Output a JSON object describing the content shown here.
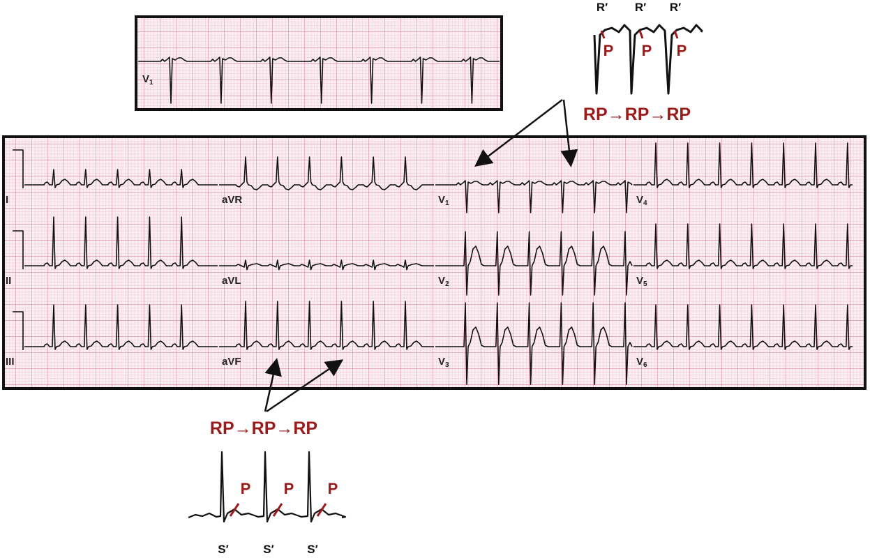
{
  "colors": {
    "grid_minor": "#eab6c6",
    "grid_major": "#cf6e8e",
    "paper": "#fbeef2",
    "trace": "#111111",
    "annotation": "#9b1b1b"
  },
  "inset_top": {
    "lead_label": "V",
    "lead_sub": "1"
  },
  "main_ecg": {
    "leads": [
      {
        "label": "I",
        "sub": ""
      },
      {
        "label": "aVR",
        "sub": ""
      },
      {
        "label": "V",
        "sub": "1"
      },
      {
        "label": "V",
        "sub": "4"
      },
      {
        "label": "II",
        "sub": ""
      },
      {
        "label": "aVL",
        "sub": ""
      },
      {
        "label": "V",
        "sub": "2"
      },
      {
        "label": "V",
        "sub": "5"
      },
      {
        "label": "III",
        "sub": ""
      },
      {
        "label": "aVF",
        "sub": ""
      },
      {
        "label": "V",
        "sub": "3"
      },
      {
        "label": "V",
        "sub": "6"
      }
    ]
  },
  "top_annotation": {
    "r_labels": [
      "R′",
      "R′",
      "R′"
    ],
    "p_labels": [
      "P",
      "P",
      "P"
    ],
    "sequence": "RP→RP→RP"
  },
  "bottom_annotation": {
    "sequence": "RP→RP→RP",
    "p_labels": [
      "P",
      "P",
      "P"
    ],
    "s_labels": [
      "S′",
      "S′",
      "S′"
    ]
  }
}
